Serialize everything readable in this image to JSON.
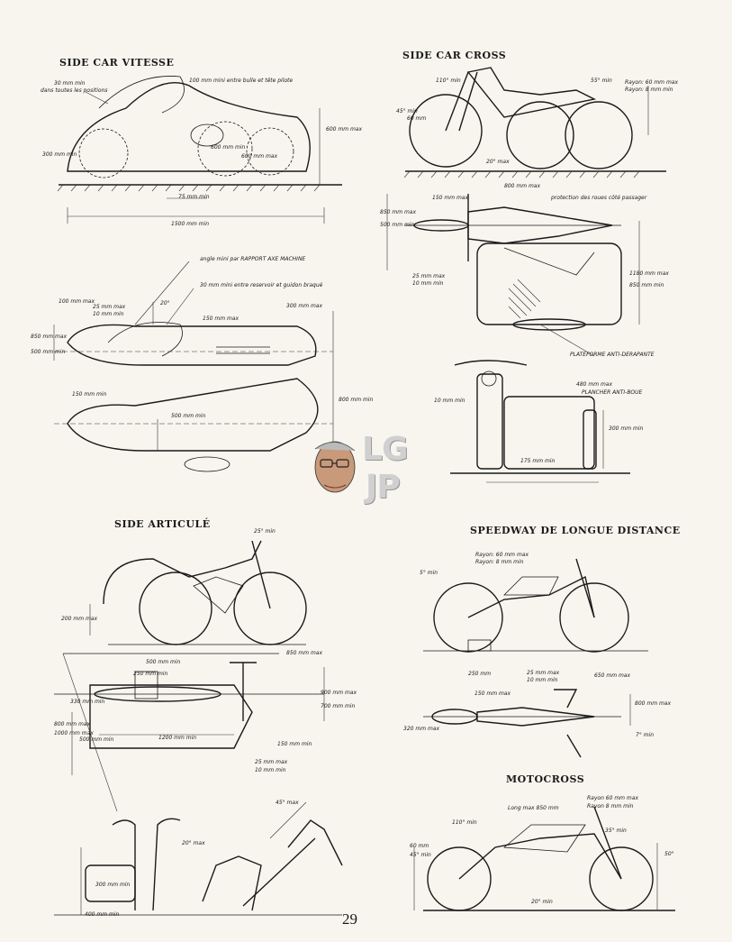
{
  "page": {
    "number": "29"
  },
  "sections": {
    "side_car_vitesse": {
      "title": "SIDE CAR VITESSE",
      "annotations": [
        "30 mm min",
        "dans toutes les positions",
        "100 mm mini entre bulle et tête pilote",
        "600 mm max",
        "300 mm min",
        "1500 mm min",
        "75 mm min",
        "600 mm min",
        "600 mm max",
        "angle mini par RAPPORT AXE MACHINE",
        "30 mm mini entre reservoir et guidon braqué",
        "100 mm max",
        "25 mm max",
        "10 mm min",
        "20°",
        "150 mm max",
        "300 mm max",
        "850 mm max",
        "500 mm min",
        "800 mm min",
        "500 mm min",
        "150 mm min"
      ]
    },
    "side_car_cross": {
      "title": "SIDE CAR CROSS",
      "annotations": [
        "110° min",
        "55° min",
        "Rayon: 60 mm max",
        "Rayon: 8 mm min",
        "45° min",
        "60 mm",
        "20° max",
        "800 mm max",
        "150 mm max",
        "protection des roues côté passager",
        "850 mm max",
        "500 mm min",
        "25 mm max",
        "10 mm min",
        "1180 mm max",
        "850 mm min",
        "PLATEFORME ANTI-DERAPANTE",
        "480 mm max",
        "PLANCHER ANTI-BOUE",
        "10 mm min",
        "300 mm min",
        "175 mm min"
      ]
    },
    "side_articule": {
      "title": "SIDE ARTICULÉ",
      "annotations": [
        "25° min",
        "200 mm max",
        "500 mm min",
        "250 mm min",
        "850 mm max",
        "900 mm max",
        "700 mm min",
        "330 mm min",
        "800 mm max",
        "1000 mm max",
        "500 mm min",
        "1200 mm min",
        "150 mm min",
        "25 mm max",
        "10 mm min",
        "45° max",
        "20° max",
        "300 mm min",
        "400 mm min"
      ]
    },
    "speedway": {
      "title": "SPEEDWAY DE LONGUE DISTANCE",
      "annotations": [
        "Rayon: 60 mm max",
        "Rayon: 8 mm min",
        "5° min",
        "250 mm",
        "25 mm max",
        "10 mm min",
        "650 mm max",
        "150 mm max",
        "800 mm max",
        "320 mm max",
        "7° min"
      ]
    },
    "motocross": {
      "title": "MOTOCROSS",
      "annotations": [
        "Long max 850 mm",
        "Rayon 60 mm max",
        "Rayon 8 mm min",
        "110° min",
        "35° min",
        "60 mm",
        "45° min",
        "20° min",
        "50°"
      ]
    }
  },
  "watermark": {
    "line1": "LG",
    "line2": "JP"
  }
}
